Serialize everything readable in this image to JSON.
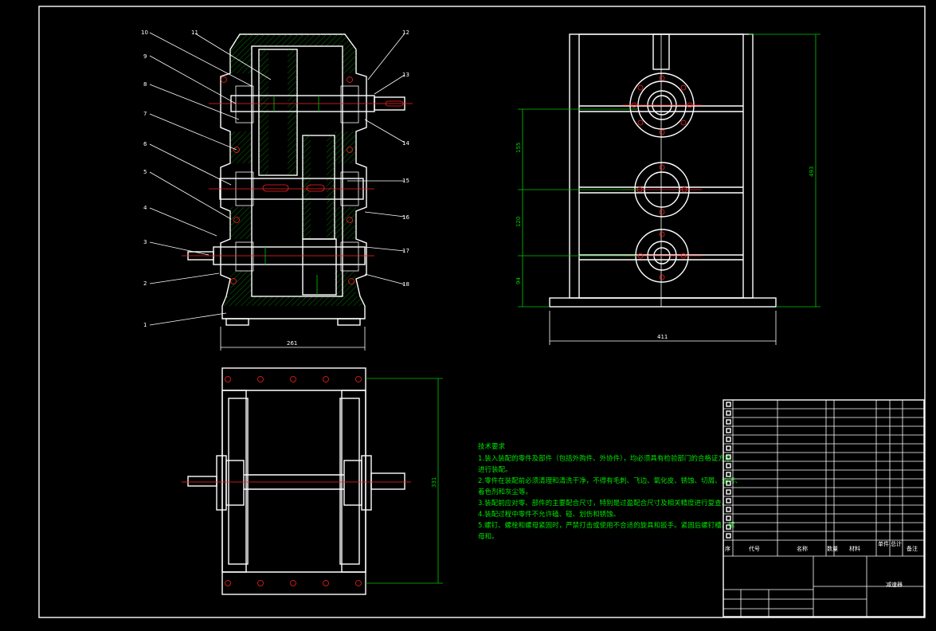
{
  "drawing": {
    "title": "减速器",
    "front_view": {
      "part_numbers": [
        "1",
        "2",
        "3",
        "4",
        "5",
        "6",
        "7",
        "8",
        "9",
        "10",
        "11",
        "12",
        "13",
        "14",
        "15",
        "16",
        "17",
        "18"
      ],
      "width_dim": "261"
    },
    "side_view": {
      "dims": {
        "total_height": "493",
        "upper": "155",
        "middle": "120",
        "lower": "94",
        "width": "411"
      }
    },
    "top_view": {
      "dims": {
        "depth": "331"
      }
    },
    "tech_requirements": {
      "heading": "技术要求",
      "lines": [
        "1.装入装配的零件及部件（包括外购件、外协件），均必须具有检验部门的合格证方能",
        "进行装配。",
        "2.零件在装配前必须清理和清洗干净，不得有毛刺、飞边、氧化皮、锈蚀、切屑、油污、",
        "着色剂和灰尘等。",
        "3.装配前应对零、部件的主要配合尺寸，特别是过盈配合尺寸及相关精度进行复查。",
        "4.装配过程中零件不允许磕、碰、划伤和锈蚀。",
        "5.螺钉、螺栓和螺母紧固时，严禁打击或使用不合适的旋具和扳手。紧固后螺钉槽、螺",
        "母和。"
      ]
    },
    "title_block": {
      "header": [
        "序",
        "代号",
        "名称",
        "数量",
        "材料",
        "单件",
        "总计",
        "备注"
      ],
      "drawing_name": "减速器"
    }
  }
}
